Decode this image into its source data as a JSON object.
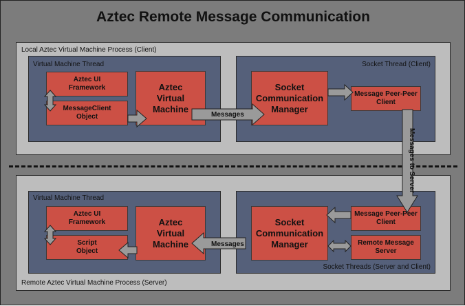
{
  "title": "Aztec Remote Message Communication",
  "client": {
    "process_label": "Local Aztec Virtual Machine Process (Client)",
    "vm_thread_label": "Virtual Machine Thread",
    "socket_thread_label": "Socket Thread (Client)",
    "ui_framework": "Aztec UI Framework",
    "object_box": "MessageClient Object",
    "vm": "Aztec Virtual Machine",
    "socket_manager": "Socket Communication Manager",
    "peer_client": "Message Peer-Peer Client",
    "messages_arrow": "Messages"
  },
  "link_label": "Messages to Server",
  "server": {
    "process_label": "Remote Aztec Virtual Machine Process (Server)",
    "vm_thread_label": "Virtual Machine Thread",
    "socket_thread_label": "Socket Threads (Server and Client)",
    "ui_framework": "Aztec UI Framework",
    "object_box": "Script Object",
    "vm": "Aztec Virtual Machine",
    "socket_manager": "Socket Communication Manager",
    "peer_client": "Message Peer-Peer Client",
    "message_server": "Remote Message Server",
    "messages_arrow": "Messages"
  },
  "colors": {
    "background": "#7c7c7c",
    "process": "#bdbdbd",
    "thread": "#55607a",
    "component": "#cc5045",
    "arrow": "#9a9a9a"
  }
}
